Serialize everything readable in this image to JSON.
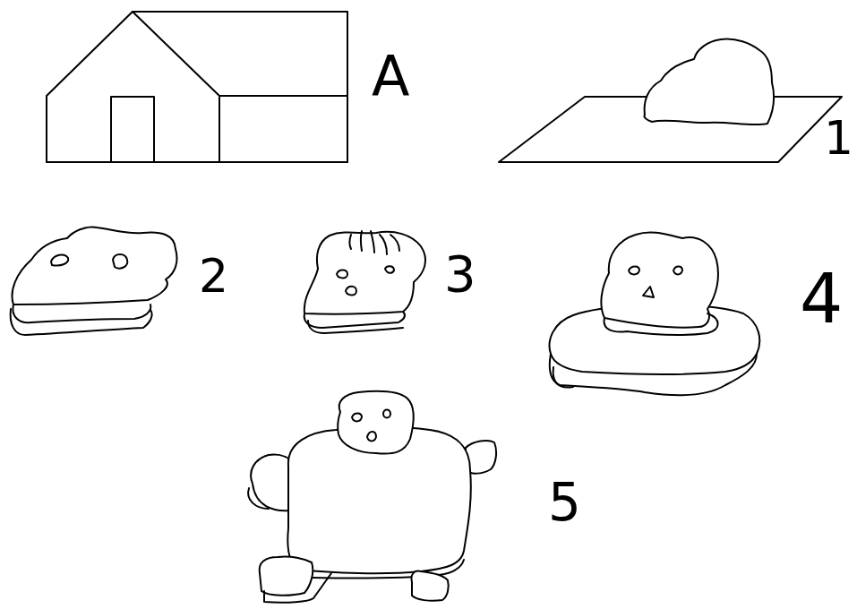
{
  "diagram": {
    "labels": [
      "A",
      "1",
      "2",
      "3",
      "4",
      "5"
    ]
  }
}
